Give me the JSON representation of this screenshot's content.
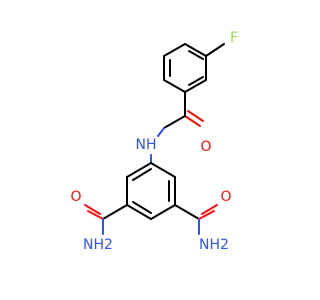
{
  "atoms": {
    "fluorine": {
      "symbol": "F",
      "color": "#90e050"
    },
    "amide_oxygen_top": {
      "symbol": "O",
      "color": "#ff0d0d"
    },
    "amide_nitrogen": {
      "symbol": "NH",
      "color": "#3050f8"
    },
    "amide_oxygen_left": {
      "symbol": "O",
      "color": "#ff0d0d"
    },
    "amine_left": {
      "symbol": "NH2",
      "color": "#3050f8"
    },
    "amide_oxygen_right": {
      "symbol": "O",
      "color": "#ff0d0d"
    },
    "amine_right": {
      "symbol": "NH2",
      "color": "#3050f8"
    }
  }
}
